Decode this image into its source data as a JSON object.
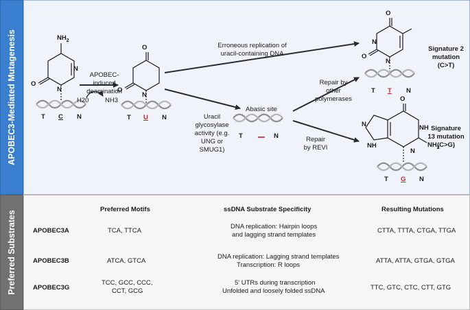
{
  "sidebar": {
    "top_title": "APOBEC3-Mediated Mutagenesis",
    "bottom_title": "Preferred Substrates"
  },
  "structure_labels": {
    "nh2": "NH",
    "nh2_sub": "2",
    "n": "N",
    "o": "O",
    "nh": "NH"
  },
  "mechanism": {
    "deamination_label": "APOBEC-induced deamination",
    "h2o": "H20",
    "nh3": "NH3",
    "erroneous_label": "Erroneous replication of uracil-containing DNA",
    "uracil_label": "Uracil glycosylase activity (e.g. UNG or SMUG1)",
    "abasic_label": "Abasic site",
    "repair_other_label": "Repair by other polymerases",
    "repair_revi_label": "Repair by REVI",
    "sig2_label": "Signature 2 mutation (C>T)",
    "sig13_label": "Signature 13 mutation (C>G)",
    "dna1_bases": [
      "T",
      "C",
      "N"
    ],
    "dna2_bases": [
      "T",
      "U",
      "N"
    ],
    "dna3_bases": [
      "T",
      "N"
    ],
    "dna4_bases": [
      "T",
      "T",
      "N"
    ],
    "dna5_bases": [
      "T",
      "G",
      "N"
    ],
    "highlight_color": "#c0272d",
    "arrow_color": "#2b2b2b"
  },
  "table": {
    "headers": {
      "motifs": "Preferred Motifs",
      "specificity": "ssDNA Substrate Specificity",
      "mutations": "Resulting Mutations"
    },
    "rows": [
      {
        "enzyme": "APOBEC3A",
        "motifs": "TCA, TTCA",
        "specificity_1": "DNA replication: Hairpin loops",
        "specificity_2": "and lagging strand templates",
        "mutations": "CTTA, TTTA, CTGA, TTGA"
      },
      {
        "enzyme": "APOBEC3B",
        "motifs": "ATCA, GTCA",
        "specificity_1": "DNA replication: Lagging strand templates",
        "specificity_2": "Transcription: R loops",
        "mutations": "ATTA, ATTA, GTGA, GTGA"
      },
      {
        "enzyme": "APOBEC3G",
        "motifs_1": "TCC, GCC, CCC,",
        "motifs_2": "CCT, GCG",
        "specificity_1": "5' UTRs during transcription",
        "specificity_2": "Unfolded and loosely folded ssDNA",
        "mutations": "TTC, GTC, CTC, CTT, GTG"
      }
    ]
  }
}
